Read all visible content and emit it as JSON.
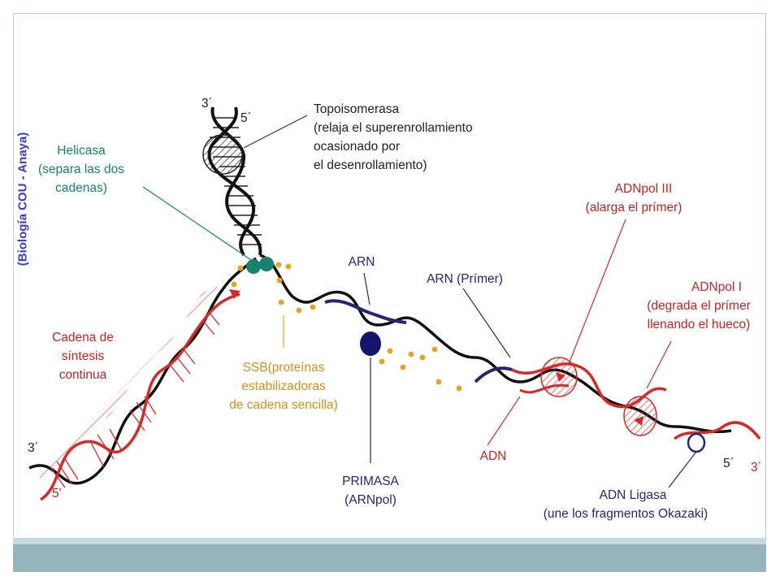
{
  "credit": "(Biología COU - Anaya)",
  "colors": {
    "strand": "#1a1a1a",
    "new_strand": "#d42a2a",
    "rna": "#26266e",
    "helicase": "#17806e",
    "ssb": "#e8a21f",
    "black_label": "#222222",
    "slide_bar_light": "#c9dadf",
    "slide_bar_dark": "#94b5bc"
  },
  "labels": {
    "topo": [
      "Topoisomerasa",
      "(relaja el superenrollamiento",
      "ocasionado por",
      "el desenrollamiento)"
    ],
    "helicasa": [
      "Helicasa",
      "(separa las dos",
      "cadenas)"
    ],
    "continua": [
      "Cadena de",
      "síntesis",
      "continua"
    ],
    "ssb": [
      "SSB(proteínas",
      "estabilizadoras",
      "de cadena sencilla)"
    ],
    "arn": "ARN",
    "primasa": [
      "PRIMASA",
      "(ARNpol)"
    ],
    "arn_primer": "ARN (Prímer)",
    "adn": "ADN",
    "adnpol3": [
      "ADNpol III",
      "(alarga el prímer)"
    ],
    "adnpol1": [
      "ADNpol I",
      "(degrada el prímer",
      "llenando el hueco)"
    ],
    "ligasa": [
      "ADN Ligasa",
      "(une los fragmentos Okazaki)"
    ],
    "ends": {
      "top_3": "3´",
      "top_5": "5´",
      "left_3": "3´",
      "left_5": "5'",
      "right_5": "5´",
      "right_3": "3´"
    }
  }
}
